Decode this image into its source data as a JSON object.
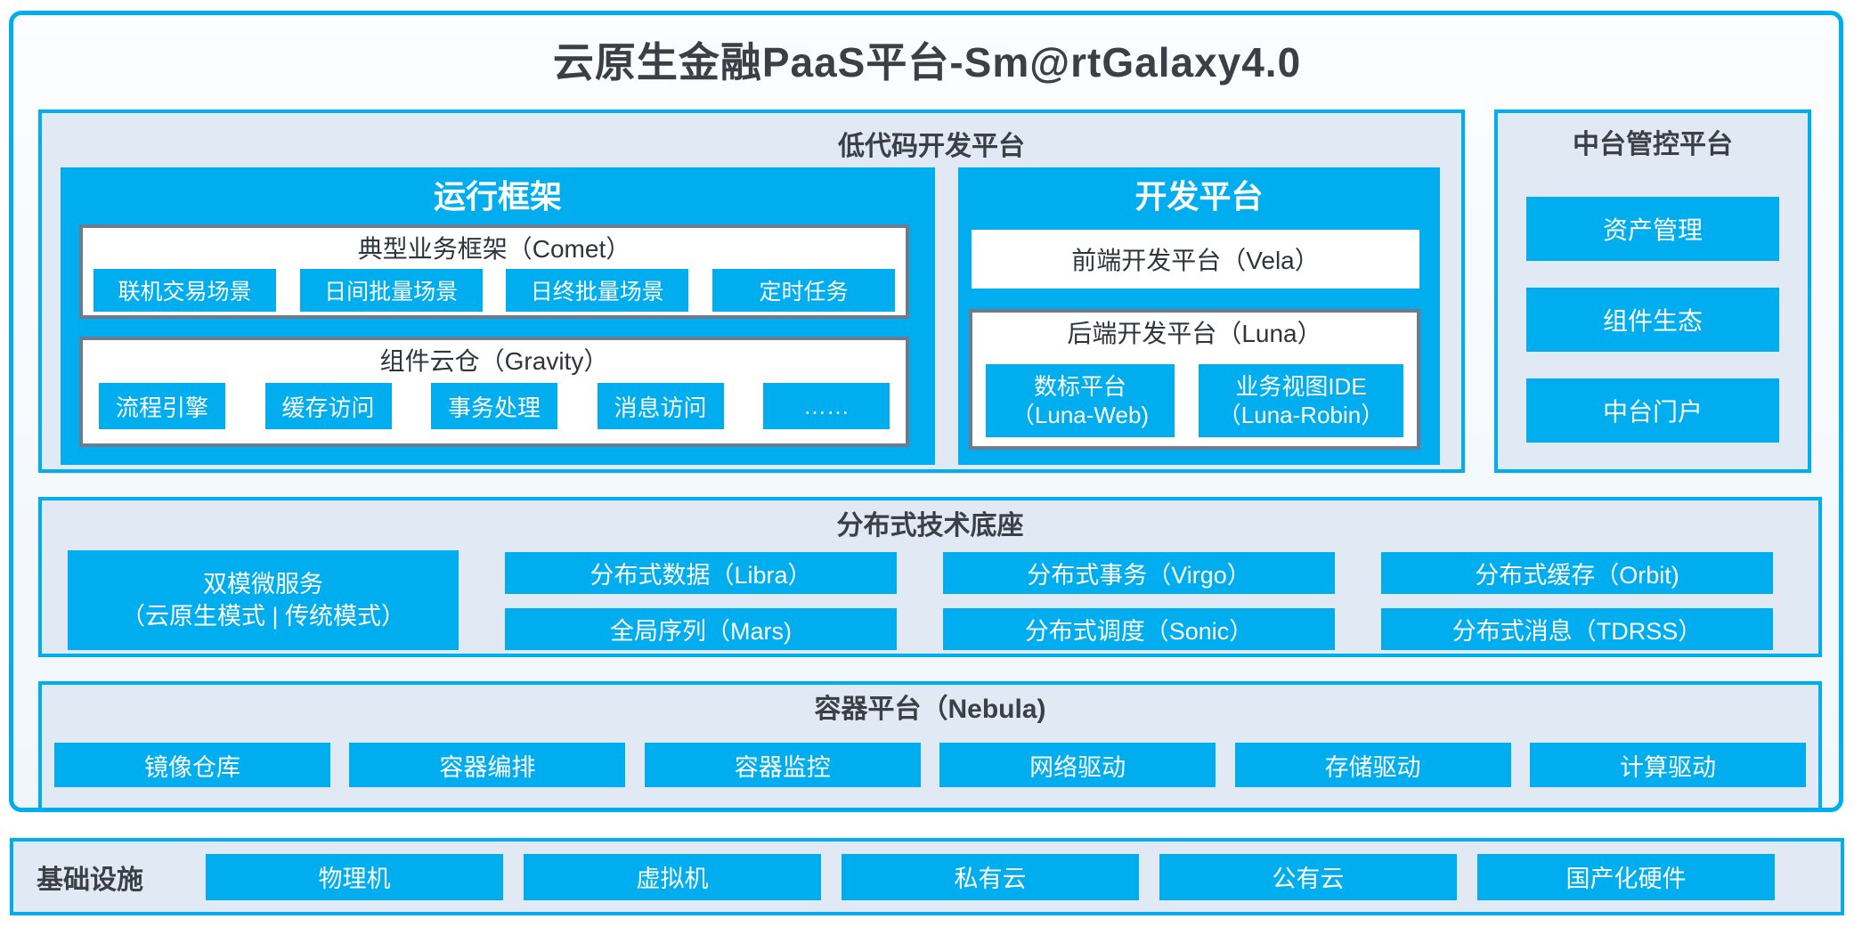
{
  "colors": {
    "accent_blue": "#00ADEE",
    "panel_background": "#E0E9F4",
    "frame_border_gray": "#6E7B8E",
    "dark_text": "#3B4046"
  },
  "header": {
    "title": "云原生金融PaaS平台-Sm@rtGalaxy4.0"
  },
  "lowcode": {
    "title": "低代码开发平台",
    "runtime": {
      "title": "运行框架",
      "comet": {
        "title": "典型业务框架（Comet）",
        "items": [
          "联机交易场景",
          "日间批量场景",
          "日终批量场景",
          "定时任务"
        ]
      },
      "gravity": {
        "title": "组件云仓（Gravity）",
        "items": [
          "流程引擎",
          "缓存访问",
          "事务处理",
          "消息访问",
          "……"
        ]
      }
    },
    "dev": {
      "title": "开发平台",
      "vela": "前端开发平台（Vela）",
      "luna": {
        "title": "后端开发平台（Luna）",
        "items": [
          {
            "line1": "数标平台",
            "line2": "（Luna-Web)"
          },
          {
            "line1": "业务视图IDE",
            "line2": "（Luna-Robin）"
          }
        ]
      }
    }
  },
  "midplatform": {
    "title": "中台管控平台",
    "items": [
      "资产管理",
      "组件生态",
      "中台门户"
    ]
  },
  "distributed": {
    "title": "分布式技术底座",
    "dual": {
      "line1": "双模微服务",
      "line2": "（云原生模式 | 传统模式）"
    },
    "items": [
      "分布式数据（Libra）",
      "分布式事务（Virgo）",
      "分布式缓存（Orbit)",
      "全局序列（Mars)",
      "分布式调度（Sonic）",
      "分布式消息（TDRSS）"
    ]
  },
  "container": {
    "title": "容器平台（Nebula)",
    "items": [
      "镜像仓库",
      "容器编排",
      "容器监控",
      "网络驱动",
      "存储驱动",
      "计算驱动"
    ]
  },
  "infra": {
    "title": "基础设施",
    "items": [
      "物理机",
      "虚拟机",
      "私有云",
      "公有云",
      "国产化硬件"
    ]
  }
}
